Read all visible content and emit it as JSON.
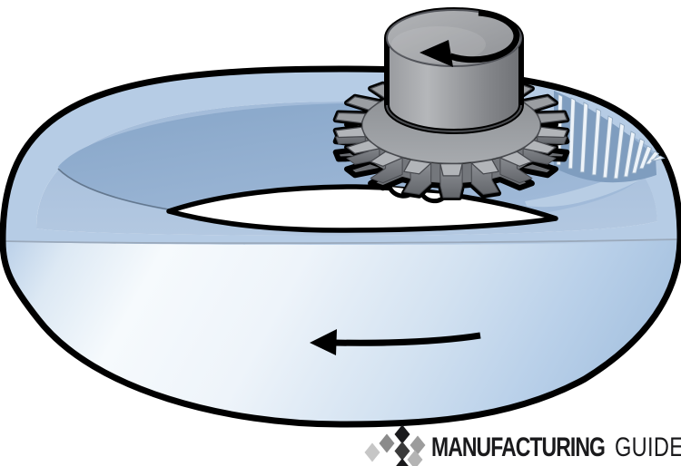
{
  "illustration": {
    "subject": "gear-shaping-of-internal-gear",
    "counts": {
      "cutter_teeth": 18,
      "internal_teeth_fins": 11
    },
    "icons": {
      "cutter_rotation": "counter-clockwise-arc-arrow",
      "workpiece_direction": "left-arrow",
      "logo_mark": "cube-cluster-icon"
    }
  },
  "logo": {
    "text_bold": "MANUFACTURING",
    "text_light": "GUIDE"
  },
  "colors": {
    "outline": "#000000",
    "ring_top_face": "#b6cce5",
    "ring_inner_wall": "#adc3de",
    "ring_floor_dark": "#86a5c8",
    "ring_floor_light": "#a3bcda",
    "ring_front_light": "#f6fafd",
    "ring_front_blue": "#b9cfe8",
    "hole_white": "#ffffff",
    "faint_edge": "#9aa9bb",
    "shelf_band": "#b8cde4",
    "fin_backdrop": "#7f9dbf",
    "internal_tooth_fin": "#edf3f9",
    "fin_edge": "#91a9c2",
    "gear_dark": "#6a6d72",
    "gear_rim_side": "#74777c",
    "gear_tooth_top": "#b2b5b9",
    "gear_tooth_back": "#9b9ea2",
    "gear_tooth_mid": "#a8abaf",
    "logo_black": "#1a1a1c"
  }
}
